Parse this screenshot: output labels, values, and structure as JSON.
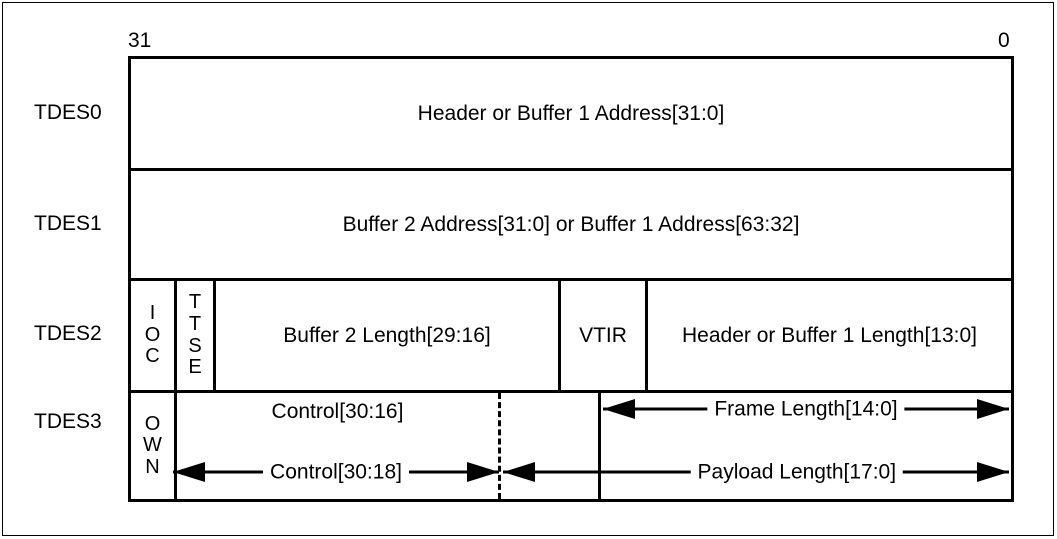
{
  "figure": {
    "type": "bit-field-descriptor-diagram",
    "bit_index_msb": "31",
    "bit_index_lsb": "0"
  },
  "rows": [
    {
      "label": "TDES0",
      "fields": [
        {
          "name": "header-or-buffer1-address",
          "text": "Header or Buffer 1 Address[31:0]"
        }
      ]
    },
    {
      "label": "TDES1",
      "fields": [
        {
          "name": "buffer2-address-or-buffer1-address-high",
          "text": "Buffer 2 Address[31:0] or Buffer 1 Address[63:32]"
        }
      ]
    },
    {
      "label": "TDES2",
      "fields": [
        {
          "name": "ioc",
          "text": "IOC",
          "letters": [
            "I",
            "O",
            "C"
          ]
        },
        {
          "name": "ttse",
          "text": "TTSE",
          "letters": [
            "T",
            "T",
            "S",
            "E"
          ]
        },
        {
          "name": "buffer2-length",
          "text": "Buffer 2 Length[29:16]"
        },
        {
          "name": "vtir",
          "text": "VTIR"
        },
        {
          "name": "header-or-buffer1-length",
          "text": "Header or Buffer 1 Length[13:0]"
        }
      ]
    },
    {
      "label": "TDES3",
      "fields": [
        {
          "name": "own",
          "text": "OWN",
          "letters": [
            "O",
            "W",
            "N"
          ]
        },
        {
          "name": "control-30-16",
          "text": "Control[30:16]"
        },
        {
          "name": "frame-length",
          "text": "Frame Length[14:0]"
        },
        {
          "name": "control-30-18",
          "text": "Control[30:18]"
        },
        {
          "name": "payload-length",
          "text": "Payload Length[17:0]"
        }
      ]
    }
  ],
  "colors": {
    "line": "#000000",
    "text": "#000000",
    "background": "#ffffff"
  }
}
